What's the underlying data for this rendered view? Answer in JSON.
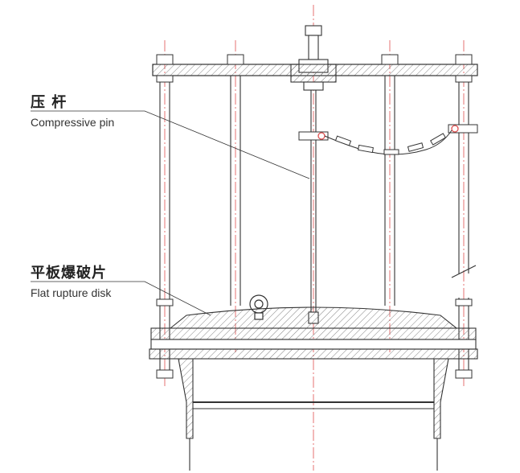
{
  "labels": {
    "pin_cn": "压 杆",
    "pin_en": "Compressive pin",
    "disk_cn": "平板爆破片",
    "disk_en": "Flat rupture disk"
  },
  "colors": {
    "line": "#333333",
    "hatch": "#555555",
    "center_line": "#e05050",
    "chain_accent": "#e05050",
    "background": "#ffffff"
  }
}
